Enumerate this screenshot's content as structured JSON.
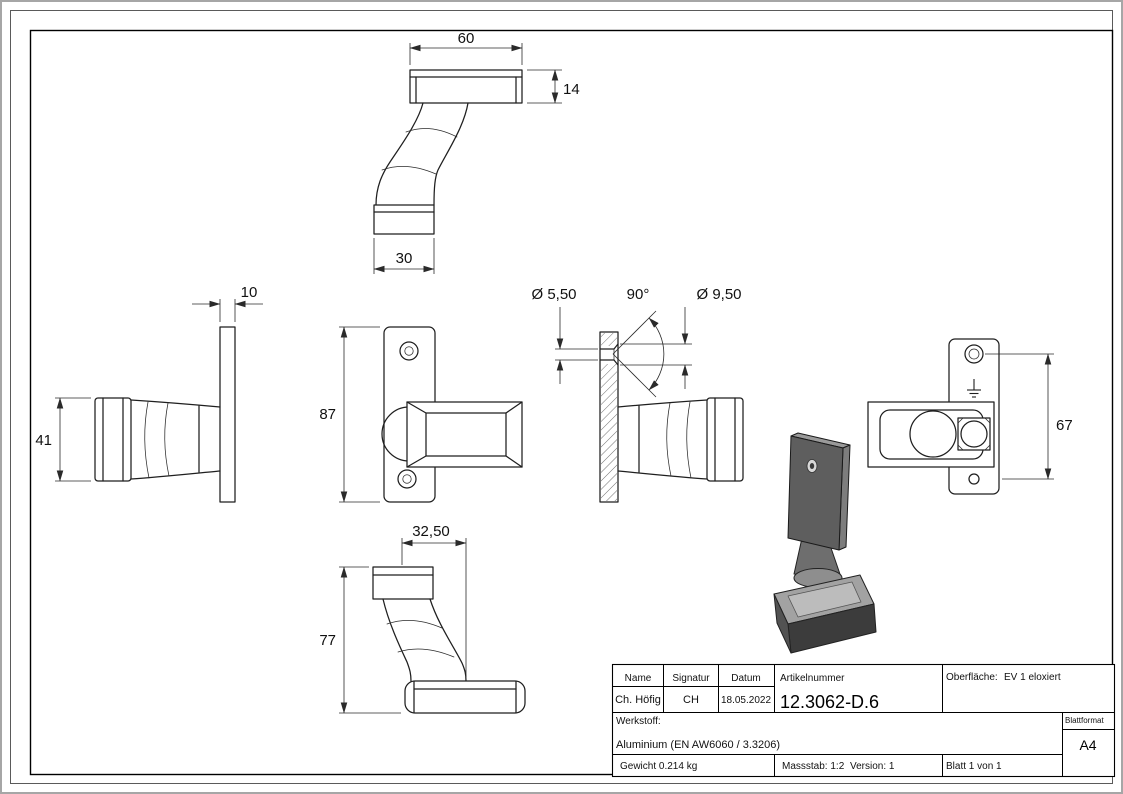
{
  "drawing": {
    "dims": {
      "top_width": "60",
      "cap_thickness": "14",
      "foot_width": "30",
      "plate_thickness": "10",
      "cap_diameter": "41",
      "plate_height": "87",
      "hole_diameter": "Ø 5,50",
      "countersink_angle": "90°",
      "countersink_diameter": "Ø 9,50",
      "hole_spacing": "67",
      "cap_offset": "32,50",
      "bracket_height": "77"
    }
  },
  "title_block": {
    "name_header": "Name",
    "name_value": "Ch. Höfig",
    "signatur_header": "Signatur",
    "signatur_value": "CH",
    "datum_header": "Datum",
    "datum_value": "18.05.2022",
    "artikelnummer_header": "Artikelnummer",
    "artikelnummer_value": "12.3062-D.6",
    "oberflaeche_label": "Oberfläche:",
    "oberflaeche_value": "EV 1 eloxiert",
    "werkstoff_label": "Werkstoff:",
    "werkstoff_value": "Aluminium (EN AW6060 / 3.3206)",
    "blattformat_label": "Blattformat",
    "blattformat_value": "A4",
    "gewicht_text": "Gewicht 0.214 kg",
    "massstab_text": "Massstab: 1:2",
    "version_text": "Version: 1",
    "blatt_text": "Blatt 1 von 1"
  }
}
